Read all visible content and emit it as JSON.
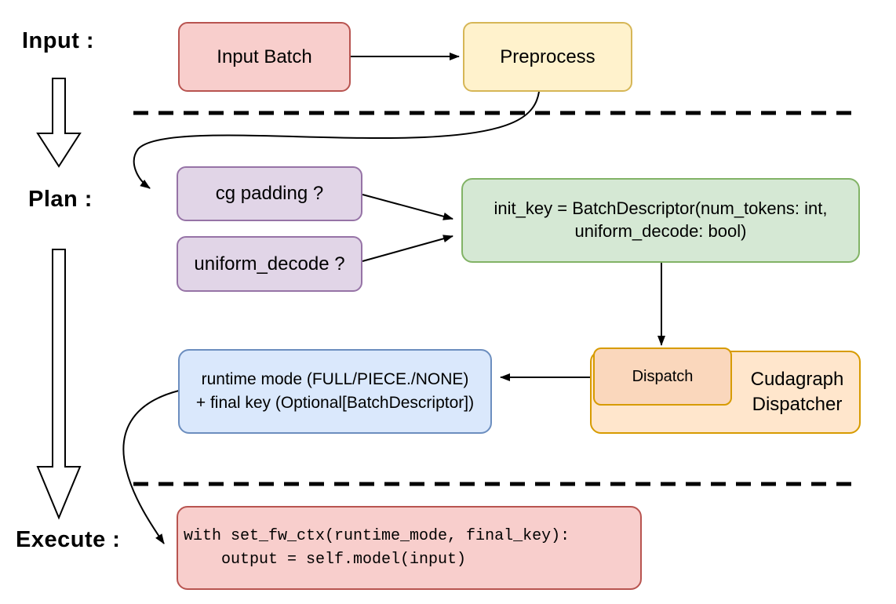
{
  "labels": {
    "input": "Input :",
    "plan": "Plan :",
    "execute": "Execute :"
  },
  "nodes": {
    "input_batch": {
      "label": "Input Batch",
      "fill": "#F8CECC",
      "stroke": "#B85450"
    },
    "preprocess": {
      "label": "Preprocess",
      "fill": "#FFF2CC",
      "stroke": "#D6B656"
    },
    "cg_padding": {
      "label": "cg padding ?",
      "fill": "#E1D5E7",
      "stroke": "#9673A6"
    },
    "uniform_decode": {
      "label": "uniform_decode ?",
      "fill": "#E1D5E7",
      "stroke": "#9673A6"
    },
    "init_key": {
      "line1": "init_key = BatchDescriptor(num_tokens: int,",
      "line2": "uniform_decode: bool)",
      "fill": "#D5E8D4",
      "stroke": "#82B366"
    },
    "dispatch": {
      "label": "Dispatch",
      "fill": "#FAD7BC",
      "stroke": "#D79B00"
    },
    "cudagraph_dispatcher": {
      "line1": "Cudagraph",
      "line2": "Dispatcher",
      "fill": "#FFE6CC",
      "stroke": "#D79B00"
    },
    "runtime_mode": {
      "line1": "runtime mode (FULL/PIECE./NONE)",
      "line2": "+ final key (Optional[BatchDescriptor])",
      "fill": "#DAE8FC",
      "stroke": "#6C8EBF"
    },
    "execute_code": {
      "line1": "with set_fw_ctx(runtime_mode, final_key):",
      "line2": "    output = self.model(input)",
      "fill": "#F8CECC",
      "stroke": "#B85450"
    }
  },
  "connector_color": "#000000",
  "background": "#FFFFFF"
}
